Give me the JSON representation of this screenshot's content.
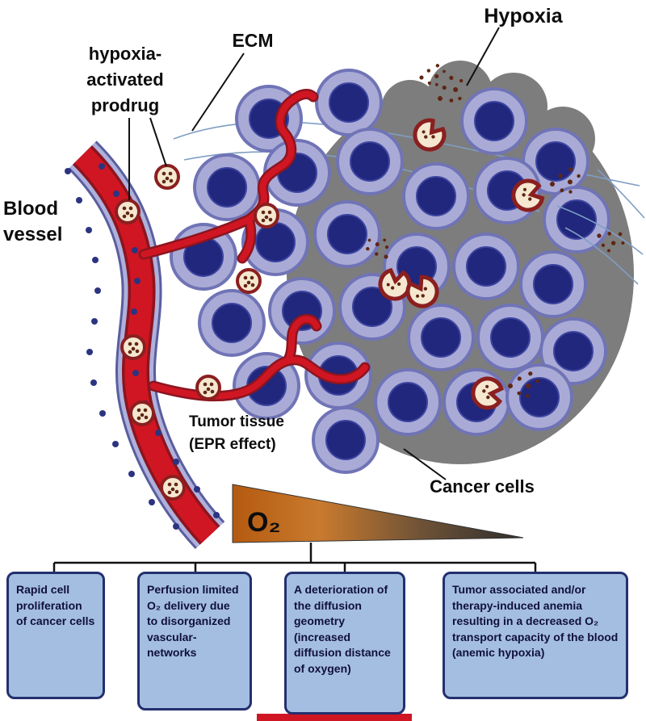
{
  "labels": {
    "hypoxia": "Hypoxia",
    "ecm": "ECM",
    "prodrug_l1": "hypoxia-",
    "prodrug_l2": "activated",
    "prodrug_l3": "prodrug",
    "vessel_l1": "Blood",
    "vessel_l2": "vessel",
    "tumor_l1": "Tumor tissue",
    "tumor_l2": "(EPR effect)",
    "cancer_cells": "Cancer cells",
    "o2": "O₂"
  },
  "boxes": [
    {
      "text": "Rapid cell proliferation of cancer cells"
    },
    {
      "text": "Perfusion limited O₂ delivery due to disorganized vascular-networks"
    },
    {
      "text": "A deterioration of the diffusion geometry (increased diffusion distance of oxygen)"
    },
    {
      "text": "Tumor associated and/or therapy-induced anemia resulting in a decreased O₂ transport capacity of the blood (anemic hypoxia)"
    }
  ],
  "colors": {
    "cancer_cell_body": "#a9abd6",
    "cancer_cell_border": "#7074b6",
    "nucleus": "#20277c",
    "hypoxia_gray": "#7d7d7d",
    "vessel_red": "#d01622",
    "vessel_dark_red": "#8b1520",
    "endothelium": "#aeb1dc",
    "prodrug_maroon": "#8b1f1f",
    "prodrug_cream": "#f5e7d0",
    "dot_brown": "#5f2613",
    "ecm_fiber": "#7f9ec4",
    "box_fill": "#a4bee2",
    "box_border": "#23306e",
    "o2_gradient_start": "#c97a2e",
    "o2_gradient_end": "#2e2e2e"
  }
}
